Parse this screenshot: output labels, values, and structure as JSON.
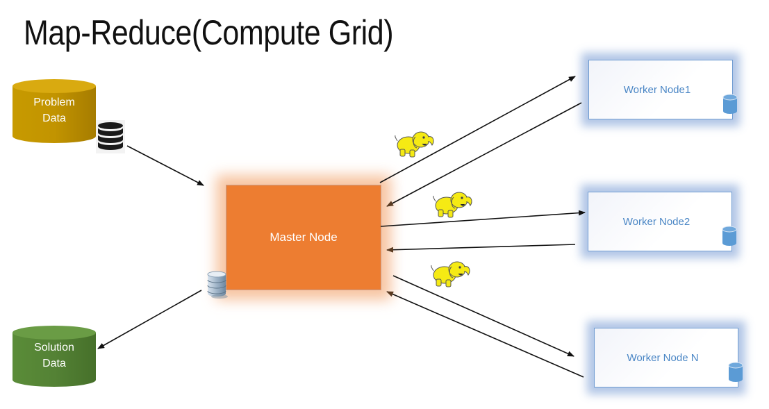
{
  "title": "Map-Reduce(Compute Grid)",
  "nodes": {
    "problem_data": {
      "line1": "Problem",
      "line2": "Data",
      "color": "#bf9000"
    },
    "solution_data": {
      "line1": "Solution",
      "line2": "Data",
      "color": "#548235"
    },
    "master": {
      "label": "Master Node",
      "color": "#ed7d31"
    },
    "workers": [
      {
        "label": "Worker Node1"
      },
      {
        "label": "Worker Node2"
      },
      {
        "label": "Worker Node N"
      }
    ]
  },
  "icons": {
    "problem_db": "database-icon",
    "master_db": "database-server-icon",
    "worker_db": "cylinder-icon",
    "hadoop": "hadoop-elephant-icon"
  },
  "edges": [
    {
      "from": "problem_data",
      "to": "master"
    },
    {
      "from": "master",
      "to": "solution_data"
    },
    {
      "from": "master",
      "to": "worker1"
    },
    {
      "from": "worker1",
      "to": "master"
    },
    {
      "from": "master",
      "to": "worker2"
    },
    {
      "from": "worker2",
      "to": "master"
    },
    {
      "from": "master",
      "to": "workerN"
    },
    {
      "from": "workerN",
      "to": "master"
    }
  ]
}
